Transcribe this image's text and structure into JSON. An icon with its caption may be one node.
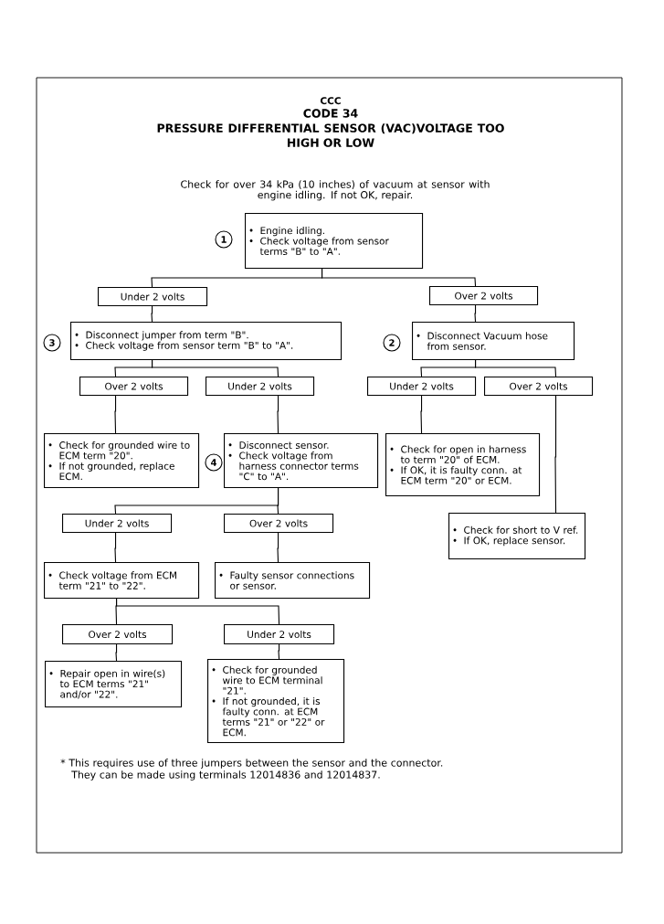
{
  "diagram": {
    "title": "PRESSURE DIFFERENTIAL SENSOR (VAC)VOLTAGE TOO HIGH OR LOW",
    "nodes": [
      {
        "text": [
          "Engine idling.",
          "Check voltage from sensor terms \"B\" to \"A\"."
        ],
        "beside": [
          "1"
        ]
      },
      {
        "text": [
          "Under 2 volts"
        ]
      },
      {
        "text": [
          "Over 2 volts"
        ]
      },
      {
        "text": [
          "Disconnect jumper from term \"B\".",
          "Check voltage from sensor term \"B\" to \"A\"."
        ],
        "beside": [
          "3"
        ]
      },
      {
        "text": [
          "Disconnect Vacuum hose from sensor."
        ],
        "beside": [
          "2"
        ]
      },
      {
        "text": [
          "Over 2 volts"
        ]
      },
      {
        "text": [
          "Under 2 volts"
        ]
      },
      {
        "text": [
          "Under 2 volts"
        ]
      },
      {
        "text": [
          "Over 2 volts"
        ]
      },
      {
        "text": [
          "Check for grounded wire to ECM term \"20\".",
          "If not grounded, replace ECM."
        ]
      },
      {
        "text": [
          "Disconnect sensor.",
          "Check voltage from harness connector terms \"C\" to \"A\"."
        ],
        "beside": [
          "4"
        ]
      },
      {
        "text": [
          "Check for open in harness to term \"20\" of ECM.",
          "If OK, it is faulty conn. at ECM term \"20\" or ECM."
        ]
      },
      {
        "text": [
          "Under 2 volts"
        ]
      },
      {
        "text": [
          "Over 2 volts"
        ]
      },
      {
        "text": [
          "Check for short to V ref.",
          "If OK, replace sensor."
        ]
      },
      {
        "text": [
          "Check voltage from ECM term \"21\" to \"22\"."
        ]
      },
      {
        "text": [
          "Faulty sensor connections or sensor."
        ]
      },
      {
        "text": [
          "Over 2 volts"
        ]
      },
      {
        "text": [
          "Under 2 volts"
        ]
      },
      {
        "text": [
          "Repair open in wire(s) to ECM terms \"21\" and/or \"22\"."
        ]
      },
      {
        "text": [
          "Check for grounded wire to ECM terminal \"21\".",
          "If not grounded, it is faulty conn. at ECM terms \"21\" or \"22\" or ECM."
        ]
      }
    ],
    "edges": [
      {
        "from": 0,
        "to": 1,
        "arrow": "none"
      },
      {
        "from": 0,
        "to": 2,
        "arrow": "none"
      },
      {
        "from": 1,
        "to": 3,
        "arrow": "none"
      },
      {
        "from": 2,
        "to": 4,
        "arrow": "none"
      },
      {
        "from": 3,
        "to": 5,
        "arrow": "none"
      },
      {
        "from": 3,
        "to": 6,
        "arrow": "none"
      },
      {
        "from": 4,
        "to": 7,
        "arrow": "none"
      },
      {
        "from": 4,
        "to": 8,
        "arrow": "none"
      },
      {
        "from": 5,
        "to": 9,
        "arrow": "none"
      },
      {
        "from": 6,
        "to": 10,
        "arrow": "none"
      },
      {
        "from": 7,
        "to": 11,
        "arrow": "none"
      },
      {
        "from": 8,
        "to": 14,
        "arrow": "none"
      },
      {
        "from": 10,
        "to": 12,
        "arrow": "none"
      },
      {
        "from": 10,
        "to": 13,
        "arrow": "none"
      },
      {
        "from": 12,
        "to": 15,
        "arrow": "none"
      },
      {
        "from": 13,
        "to": 16,
        "arrow": "none"
      },
      {
        "from": 15,
        "to": 17,
        "arrow": "none"
      },
      {
        "from": 15,
        "to": 18,
        "arrow": "none"
      },
      {
        "from": 17,
        "to": 19,
        "arrow": "none"
      },
      {
        "from": 18,
        "to": 20,
        "arrow": "none"
      }
    ],
    "labels": [
      "CCC",
      "CODE 34",
      "Check for over 34 kPa (10 inches) of vacuum at sensor with engine idling. If not OK, repair.",
      "* This requires use of three jumpers between the sensor and the connector. They can be made using terminals 12014836 and 12014837."
    ]
  }
}
